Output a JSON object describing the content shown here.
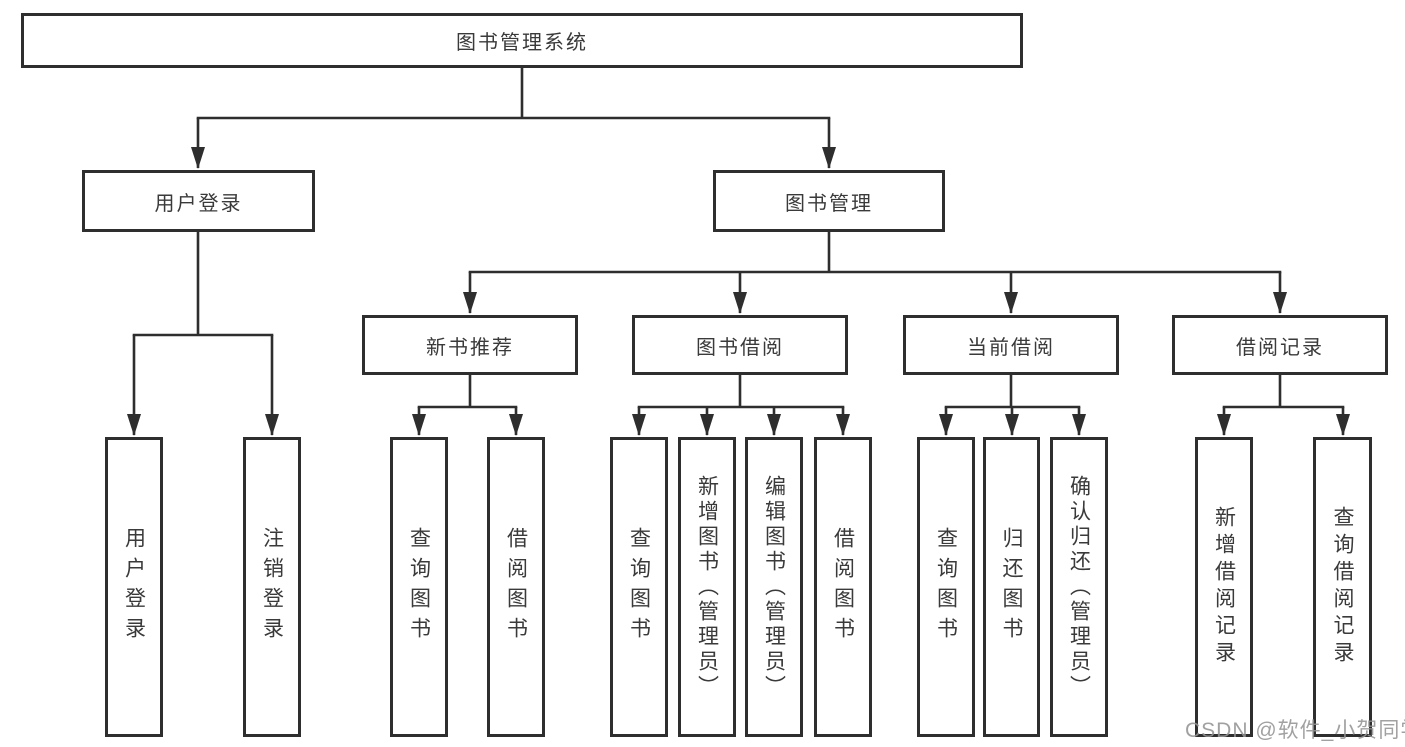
{
  "diagram": {
    "root": "图书管理系统",
    "level1": {
      "user_login": "用户登录",
      "book_management": "图书管理"
    },
    "level2": {
      "new_book_recommend": "新书推荐",
      "book_borrowing": "图书借阅",
      "current_borrowing": "当前借阅",
      "borrowing_records": "借阅记录"
    },
    "leaves": {
      "user_login": "用户登录",
      "logout": "注销登录",
      "query_books_rec": "查询图书",
      "borrow_books_rec": "借阅图书",
      "query_books_bor": "查询图书",
      "add_books_admin": "新增图书（管理员）",
      "edit_books_admin": "编辑图书（管理员）",
      "borrow_books_bor": "借阅图书",
      "query_books_cur": "查询图书",
      "return_books": "归还图书",
      "confirm_return_admin": "确认归还（管理员）",
      "add_borrow_record": "新增借阅记录",
      "query_borrow_record": "查询借阅记录"
    }
  },
  "watermark": "CSDN @软件_小贺同学",
  "colors": {
    "line": "#2e2e2e",
    "box_border": "#2e2e2e",
    "text": "#3a3a3a",
    "background": "#ffffff",
    "watermark": "#949494"
  }
}
